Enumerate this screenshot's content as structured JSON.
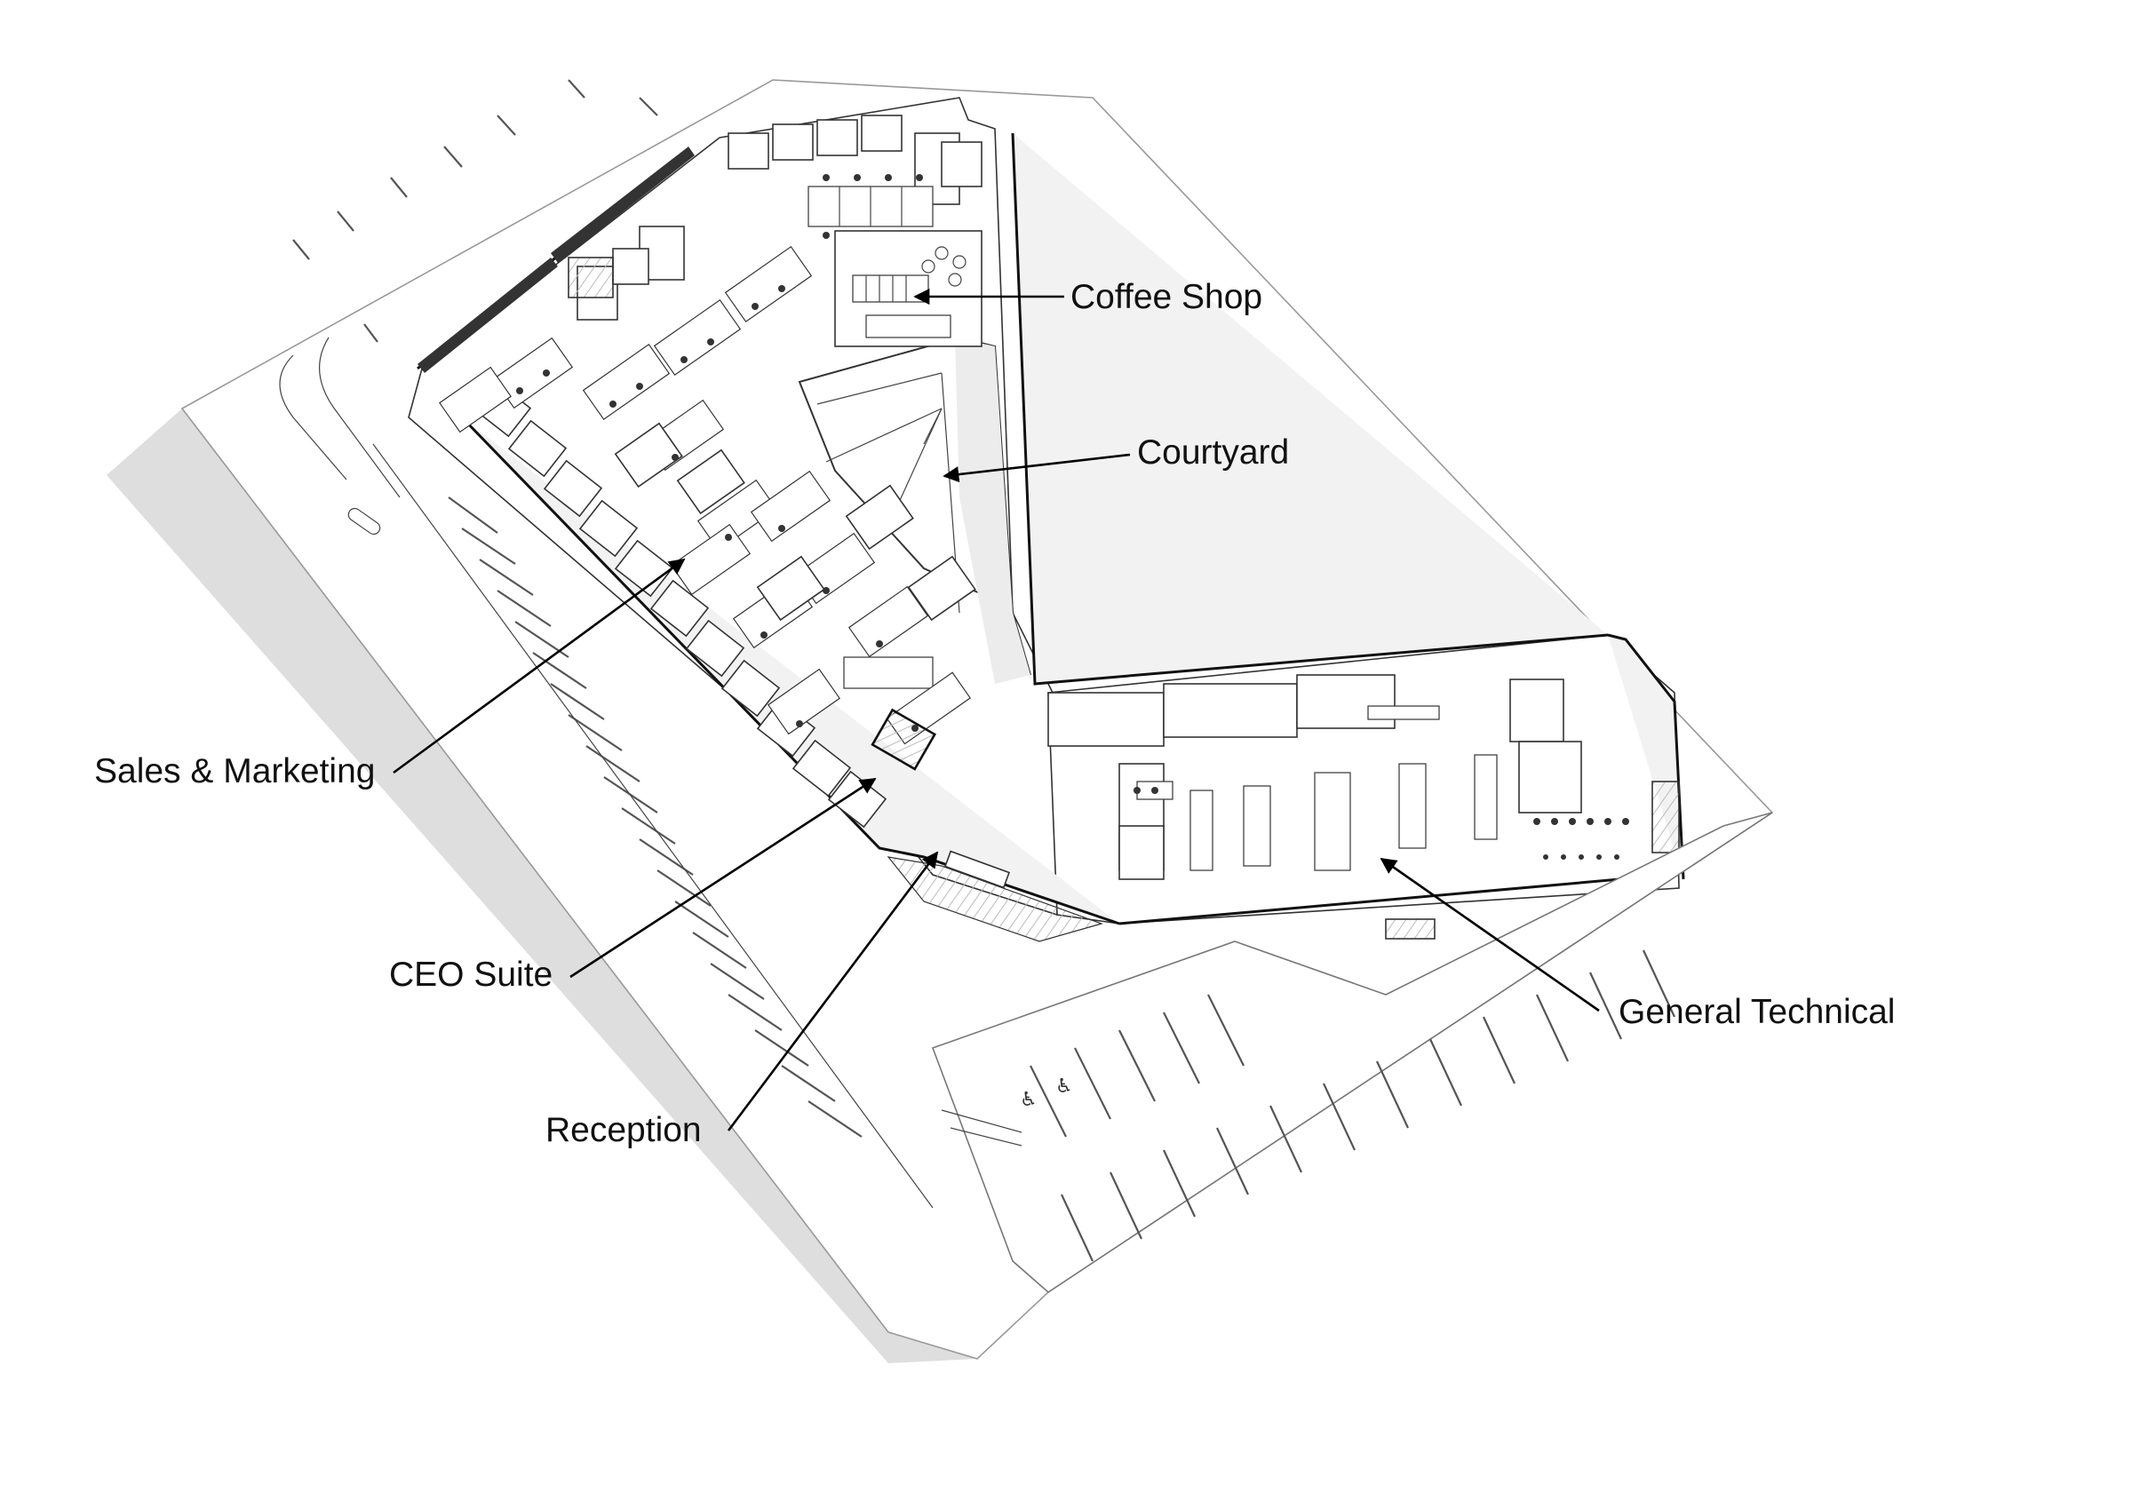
{
  "callouts": [
    {
      "id": "coffee-shop",
      "label": "Coffee Shop"
    },
    {
      "id": "courtyard",
      "label": "Courtyard"
    },
    {
      "id": "sales-marketing",
      "label": "Sales & Marketing"
    },
    {
      "id": "ceo-suite",
      "label": "CEO Suite"
    },
    {
      "id": "reception",
      "label": "Reception"
    },
    {
      "id": "general-technical",
      "label": "General Technical"
    }
  ]
}
